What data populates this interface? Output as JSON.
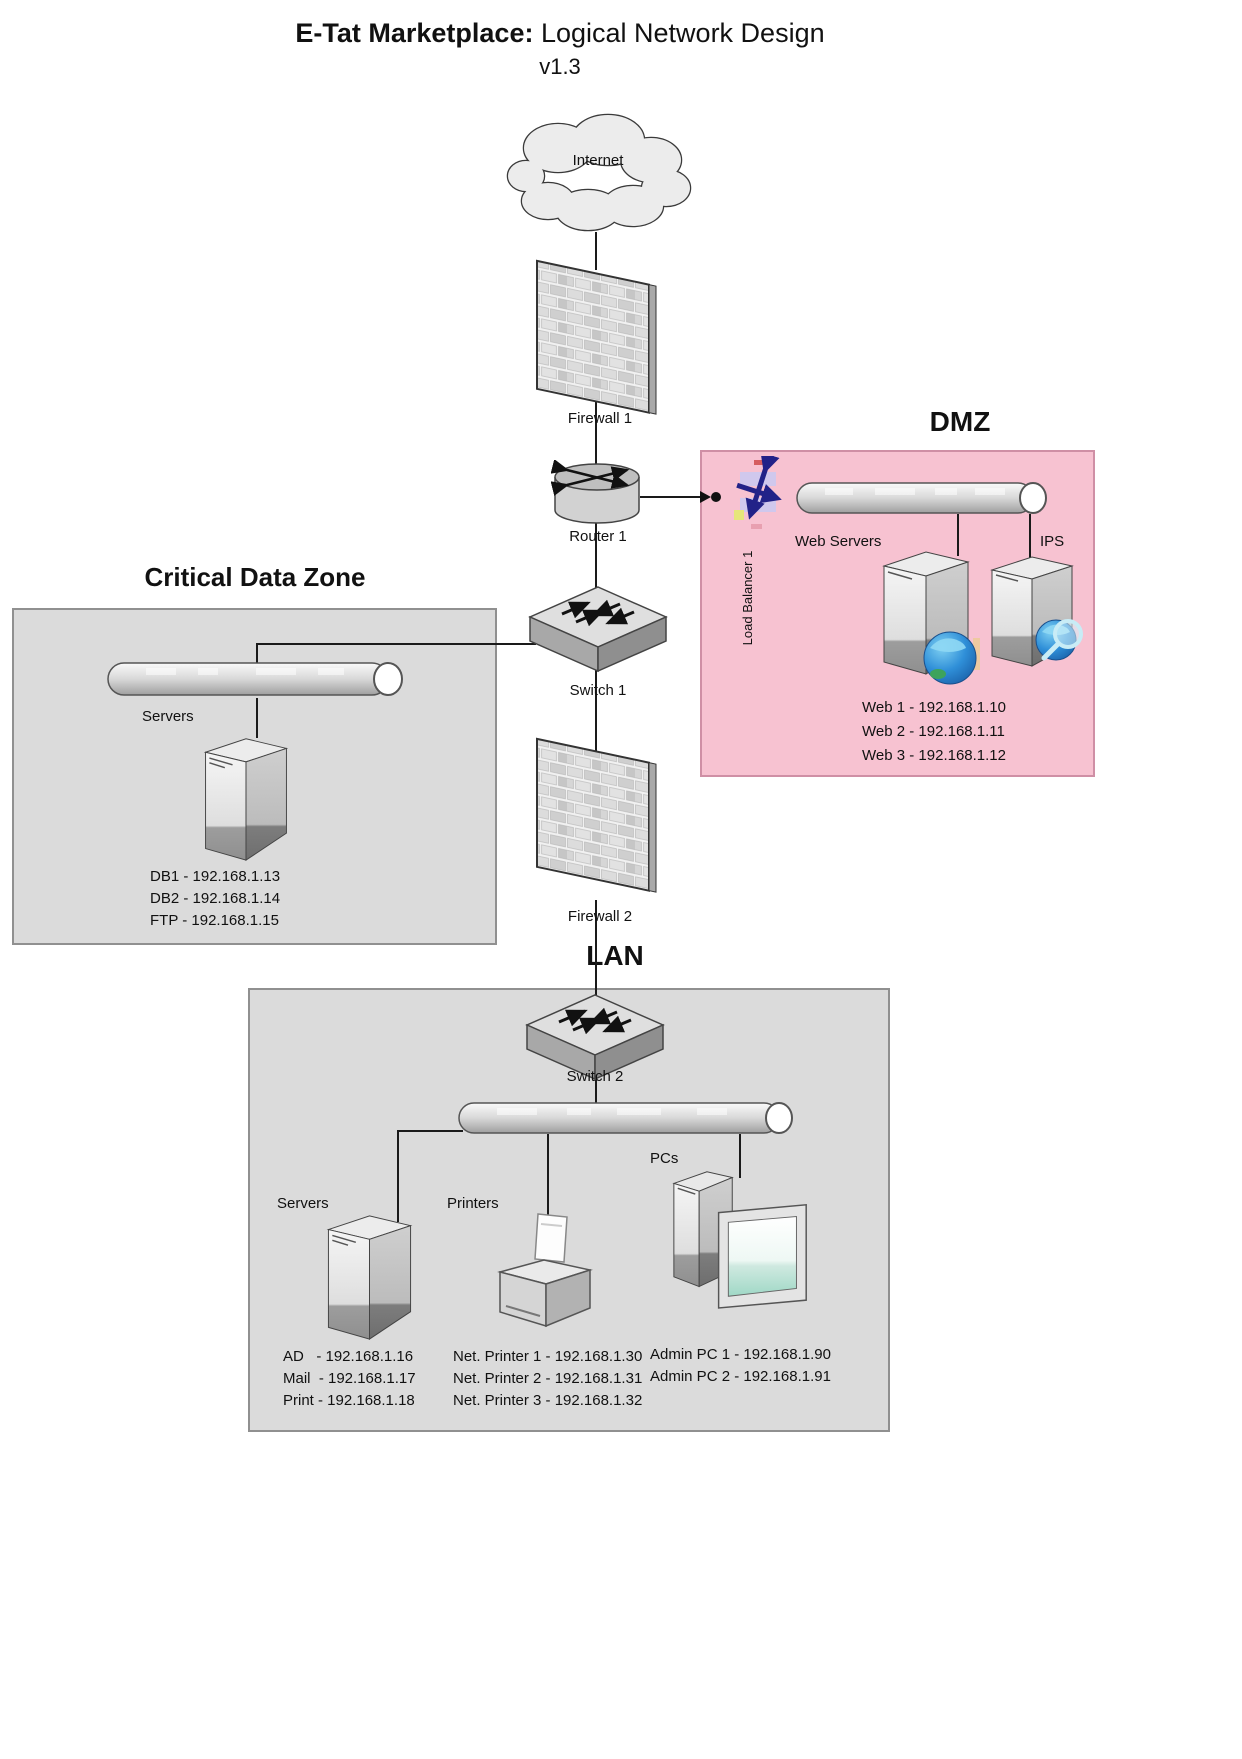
{
  "title": {
    "brand": "E-Tat Marketplace:",
    "rest": " Logical Network Design",
    "version": "v1.3"
  },
  "nodes": {
    "internet": "Internet",
    "firewall1": "Firewall 1",
    "router1": "Router 1",
    "switch1": "Switch 1",
    "firewall2": "Firewall 2",
    "switch2": "Switch 2"
  },
  "dmz": {
    "title": "DMZ",
    "load_balancer": "Load Balancer 1",
    "web_servers_label": "Web Servers",
    "ips_label": "IPS",
    "web_ips": [
      "Web 1 - 192.168.1.10",
      "Web 2 - 192.168.1.11",
      "Web 3 - 192.168.1.12"
    ]
  },
  "critical_zone": {
    "title": "Critical Data Zone",
    "servers_label": "Servers",
    "ips": [
      "DB1 - 192.168.1.13",
      "DB2 - 192.168.1.14",
      "FTP - 192.168.1.15"
    ]
  },
  "lan": {
    "title": "LAN",
    "servers_label": "Servers",
    "printers_label": "Printers",
    "pcs_label": "PCs",
    "server_ips": [
      "AD   - 192.168.1.16",
      "Mail  - 192.168.1.17",
      "Print - 192.168.1.18"
    ],
    "printer_ips": [
      "Net. Printer 1 - 192.168.1.30",
      "Net. Printer 2 - 192.168.1.31",
      "Net. Printer 3 - 192.168.1.32"
    ],
    "pc_ips": [
      "Admin PC 1 - 192.168.1.90",
      "Admin PC 2 - 192.168.1.91"
    ]
  },
  "colors": {
    "dmz_fill": "#f7c2d1",
    "zone_fill": "#dbdbdb",
    "line": "#1a1a1a",
    "lb_arrow": "#222288",
    "globe_blue": "#2f8fd8",
    "screen_teal": "#9fd8c6"
  }
}
